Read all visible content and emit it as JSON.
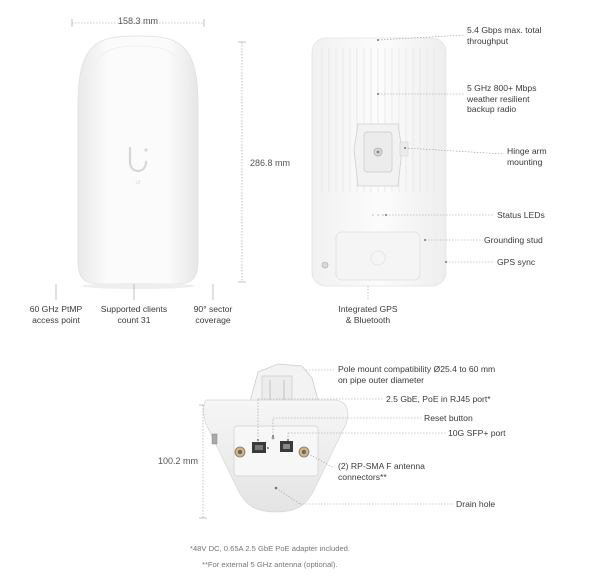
{
  "front_view": {
    "width_dim": "158.3 mm",
    "height_dim": "286.8 mm",
    "labels": [
      {
        "text": "60 GHz PtMP\naccess point"
      },
      {
        "text": "Supported clients\ncount 31"
      },
      {
        "text": "90° sector\ncoverage"
      }
    ]
  },
  "back_view": {
    "callouts": [
      {
        "text": "5.4 Gbps max. total\nthroughput"
      },
      {
        "text": "5 GHz 800+ Mbps\nweather resilient\nbackup radio"
      },
      {
        "text": "Hinge arm\nmounting"
      },
      {
        "text": "Status LEDs"
      },
      {
        "text": "Grounding stud"
      },
      {
        "text": "GPS sync"
      }
    ],
    "bottom_label": "Integrated GPS\n& Bluetooth"
  },
  "bottom_view": {
    "height_dim": "100.2 mm",
    "callouts": [
      {
        "text": "Pole mount compatibility Ø25.4 to 60 mm\non pipe outer diameter"
      },
      {
        "text": "2.5 GbE, PoE in RJ45 port*"
      },
      {
        "text": "Reset button"
      },
      {
        "text": "10G SFP+ port"
      },
      {
        "text": "(2) RP-SMA F antenna\nconnectors**"
      },
      {
        "text": "Drain hole"
      }
    ]
  },
  "footnotes": [
    "*48V DC, 0.65A 2.5 GbE PoE adapter included.",
    "**For external 5 GHz antenna (optional)."
  ]
}
